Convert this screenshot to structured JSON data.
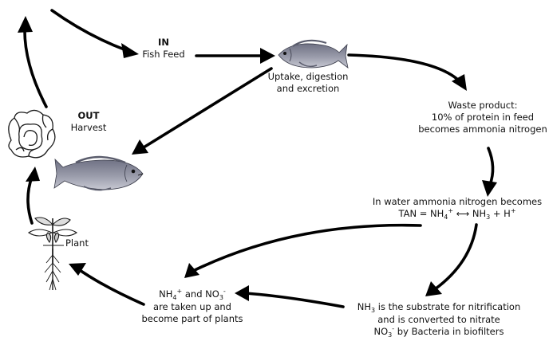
{
  "labels": {
    "in_title": "IN",
    "in_text": "Fish Feed",
    "uptake_line1": "Uptake, digestion",
    "uptake_line2": "and excretion",
    "waste_line1": "Waste product:",
    "waste_line2": "10% of protein in feed",
    "waste_line3": "becomes ammonia nitrogen",
    "water_line1": "In water ammonia nitrogen becomes",
    "tan_prefix": "TAN = NH",
    "tan_sub": "4",
    "tan_sup": "+",
    "tan_arrow": "⟷",
    "tan_nh": "NH",
    "tan_nh_sub": "3",
    "tan_plus_h": " + H",
    "tan_h_sup": "+",
    "nitr_nh": "NH",
    "nitr_nh_sub": "3",
    "nitr_line1_rest": " is the substrate for nitrification",
    "nitr_line2": "and is converted to nitrate",
    "nitr_no": "NO",
    "nitr_no_sub": "3",
    "nitr_no_sup": "-",
    "nitr_line3_rest": "  by Bacteria in biofilters",
    "plant_nh": "NH",
    "plant_nh_sub": "4",
    "plant_nh_sup": "+",
    "plant_and": " and NO",
    "plant_no_sub": "3",
    "plant_no_sup": "-",
    "plant_line2": "are taken up and",
    "plant_line3": "become part of plants",
    "plant_label": "Plant",
    "out_title": "OUT",
    "out_text": "Harvest"
  },
  "colors": {
    "arrow": "#000000",
    "fish_body": "#8a8c9c",
    "fish_dark": "#4b4d5c",
    "lettuce": "#ffffff",
    "plant": "#222222"
  },
  "icons": [
    "fish-icon",
    "lettuce-icon",
    "plant-icon"
  ]
}
